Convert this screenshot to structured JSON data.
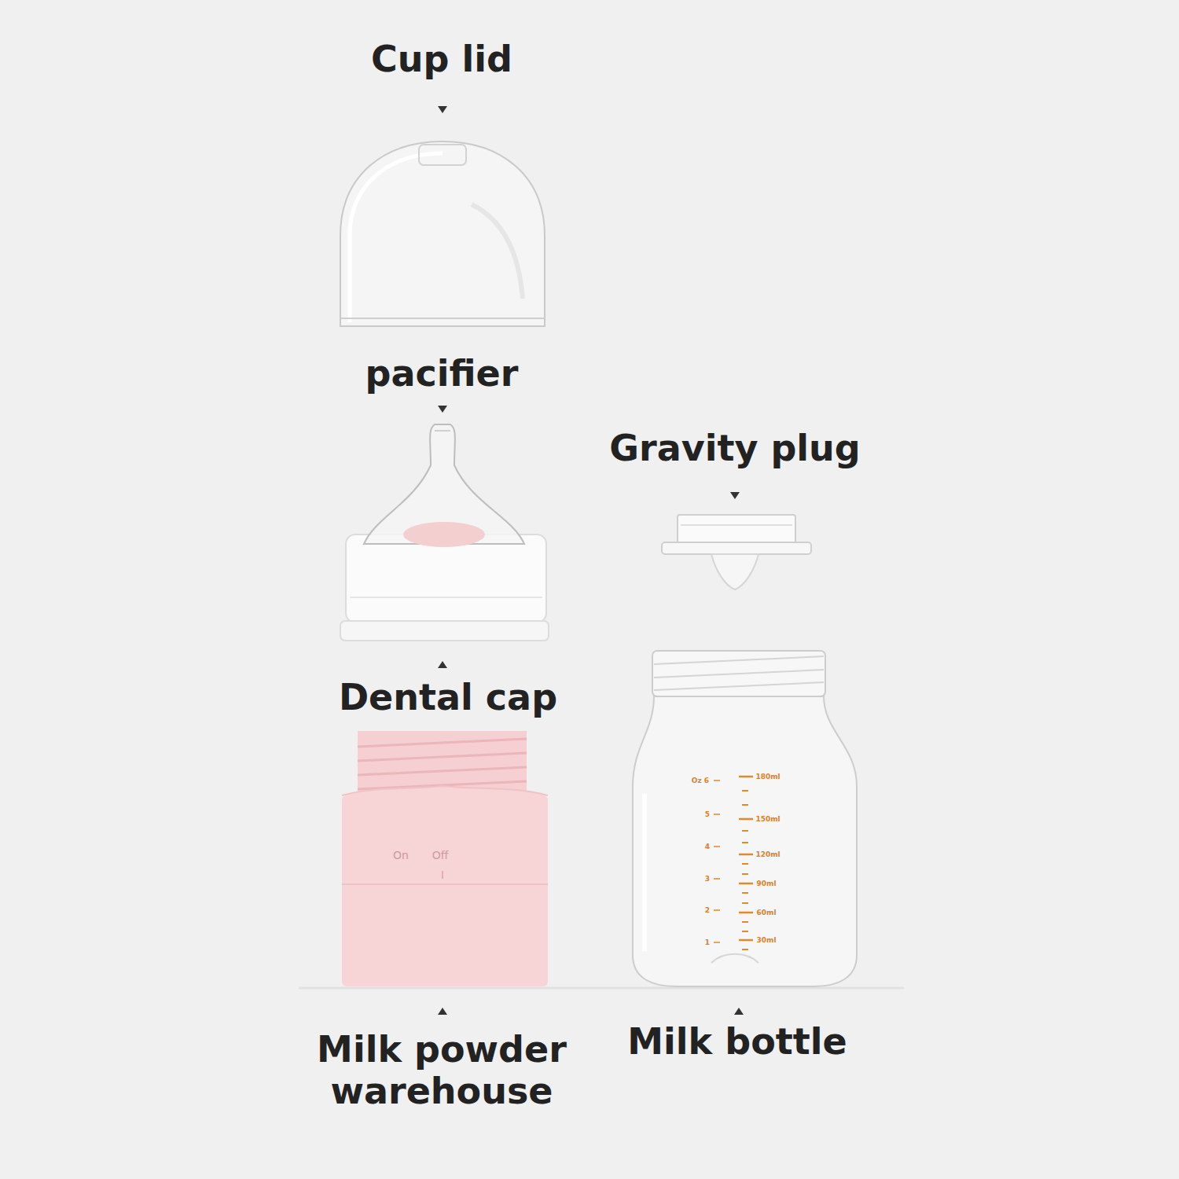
{
  "diagram": {
    "labels": [
      "Cup lid",
      "pacifier",
      "Gravity plug",
      "Dental cap",
      "Milk powder warehouse",
      "Milk bottle",
      "180ml",
      "150ml",
      "120ml",
      "90ml",
      "60ml",
      "30ml",
      "Oz 6",
      "5",
      "4",
      "3",
      "2",
      "1",
      "On",
      "Off"
    ]
  }
}
